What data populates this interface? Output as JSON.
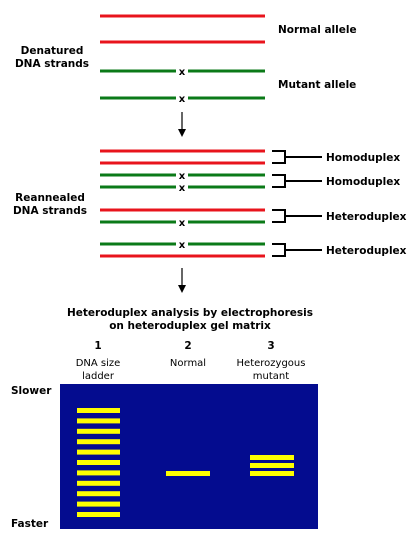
{
  "colors": {
    "normal_strand": "#e8141c",
    "mutant_strand": "#0b7a18",
    "gel_background": "#040c8f",
    "band": "#ffff00",
    "ink": "#000000"
  },
  "mutation_mark": "x",
  "denatured": {
    "label_line1": "Denatured",
    "label_line2": "DNA strands",
    "normal_allele_label": "Normal allele",
    "mutant_allele_label": "Mutant allele"
  },
  "reannealed": {
    "label_line1": "Reannealed",
    "label_line2": "DNA strands",
    "duplexes": [
      {
        "label": "Homoduplex",
        "top_strand": "normal",
        "bottom_strand": "normal"
      },
      {
        "label": "Homoduplex",
        "top_strand": "mutant",
        "bottom_strand": "mutant"
      },
      {
        "label": "Heteroduplex",
        "top_strand": "normal",
        "bottom_strand": "mutant"
      },
      {
        "label": "Heteroduplex",
        "top_strand": "mutant",
        "bottom_strand": "normal"
      }
    ]
  },
  "gel": {
    "title_line1": "Heteroduplex analysis by electrophoresis",
    "title_line2": "on heteroduplex gel matrix",
    "slower_label": "Slower",
    "faster_label": "Faster",
    "lanes": [
      {
        "number": "1",
        "label_line1": "DNA size",
        "label_line2": "ladder",
        "band_count": 11
      },
      {
        "number": "2",
        "label_line1": "Normal",
        "label_line2": "",
        "band_count": 1
      },
      {
        "number": "3",
        "label_line1": "Heterozygous",
        "label_line2": "mutant",
        "band_count": 3
      }
    ]
  }
}
